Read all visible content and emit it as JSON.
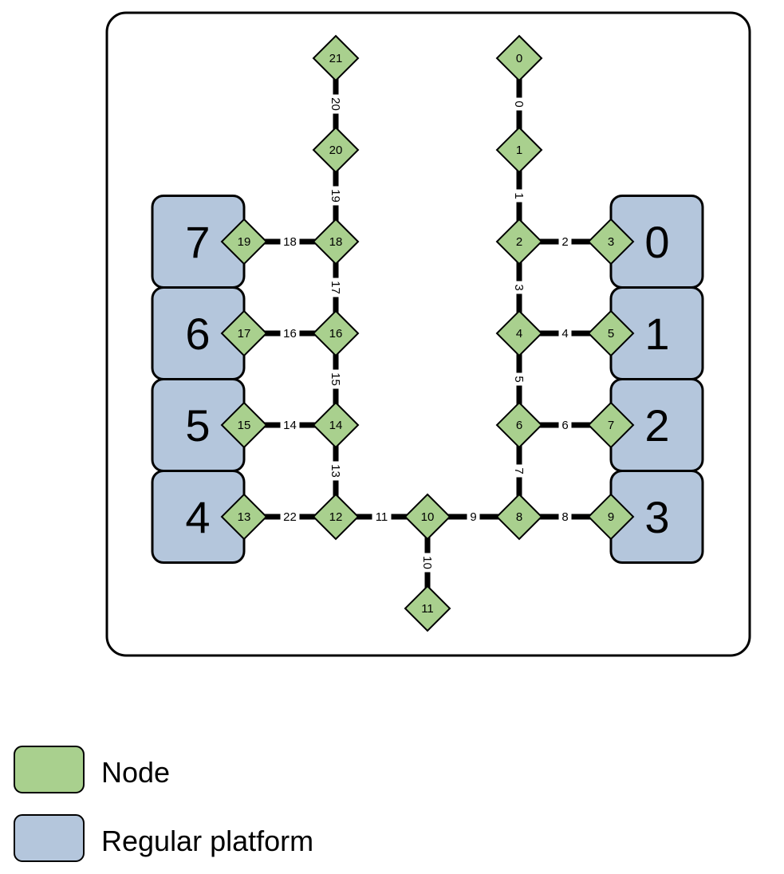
{
  "colors": {
    "node_fill": "#a9d08e",
    "platform_fill": "#b4c6dc",
    "edge": "#000000",
    "frame_stroke": "#000000",
    "background": "#ffffff"
  },
  "nodes": [
    {
      "id": "0",
      "label": "0"
    },
    {
      "id": "1",
      "label": "1"
    },
    {
      "id": "2",
      "label": "2"
    },
    {
      "id": "3",
      "label": "3"
    },
    {
      "id": "4",
      "label": "4"
    },
    {
      "id": "5",
      "label": "5"
    },
    {
      "id": "6",
      "label": "6"
    },
    {
      "id": "7",
      "label": "7"
    },
    {
      "id": "8",
      "label": "8"
    },
    {
      "id": "9",
      "label": "9"
    },
    {
      "id": "10",
      "label": "10"
    },
    {
      "id": "11",
      "label": "11"
    },
    {
      "id": "12",
      "label": "12"
    },
    {
      "id": "13",
      "label": "13"
    },
    {
      "id": "14",
      "label": "14"
    },
    {
      "id": "15",
      "label": "15"
    },
    {
      "id": "16",
      "label": "16"
    },
    {
      "id": "17",
      "label": "17"
    },
    {
      "id": "18",
      "label": "18"
    },
    {
      "id": "19",
      "label": "19"
    },
    {
      "id": "20",
      "label": "20"
    },
    {
      "id": "21",
      "label": "21"
    }
  ],
  "edges": [
    {
      "label": "0",
      "from": "0",
      "to": "1"
    },
    {
      "label": "1",
      "from": "1",
      "to": "2"
    },
    {
      "label": "2",
      "from": "2",
      "to": "3"
    },
    {
      "label": "3",
      "from": "2",
      "to": "4"
    },
    {
      "label": "4",
      "from": "4",
      "to": "5"
    },
    {
      "label": "5",
      "from": "4",
      "to": "6"
    },
    {
      "label": "6",
      "from": "6",
      "to": "7"
    },
    {
      "label": "7",
      "from": "6",
      "to": "8"
    },
    {
      "label": "8",
      "from": "8",
      "to": "9"
    },
    {
      "label": "9",
      "from": "10",
      "to": "8"
    },
    {
      "label": "10",
      "from": "10",
      "to": "11"
    },
    {
      "label": "11",
      "from": "12",
      "to": "10"
    },
    {
      "label": "13",
      "from": "12",
      "to": "14"
    },
    {
      "label": "14",
      "from": "15",
      "to": "14"
    },
    {
      "label": "15",
      "from": "14",
      "to": "16"
    },
    {
      "label": "16",
      "from": "17",
      "to": "16"
    },
    {
      "label": "17",
      "from": "16",
      "to": "18"
    },
    {
      "label": "18",
      "from": "19",
      "to": "18"
    },
    {
      "label": "19",
      "from": "18",
      "to": "20"
    },
    {
      "label": "20",
      "from": "20",
      "to": "21"
    },
    {
      "label": "22",
      "from": "13",
      "to": "12"
    }
  ],
  "platforms": [
    {
      "id": "0",
      "label": "0",
      "node": "3"
    },
    {
      "id": "1",
      "label": "1",
      "node": "5"
    },
    {
      "id": "2",
      "label": "2",
      "node": "7"
    },
    {
      "id": "3",
      "label": "3",
      "node": "9"
    },
    {
      "id": "4",
      "label": "4",
      "node": "13"
    },
    {
      "id": "5",
      "label": "5",
      "node": "15"
    },
    {
      "id": "6",
      "label": "6",
      "node": "17"
    },
    {
      "id": "7",
      "label": "7",
      "node": "19"
    }
  ],
  "legend": {
    "node_label": "Node",
    "platform_label": "Regular platform"
  }
}
